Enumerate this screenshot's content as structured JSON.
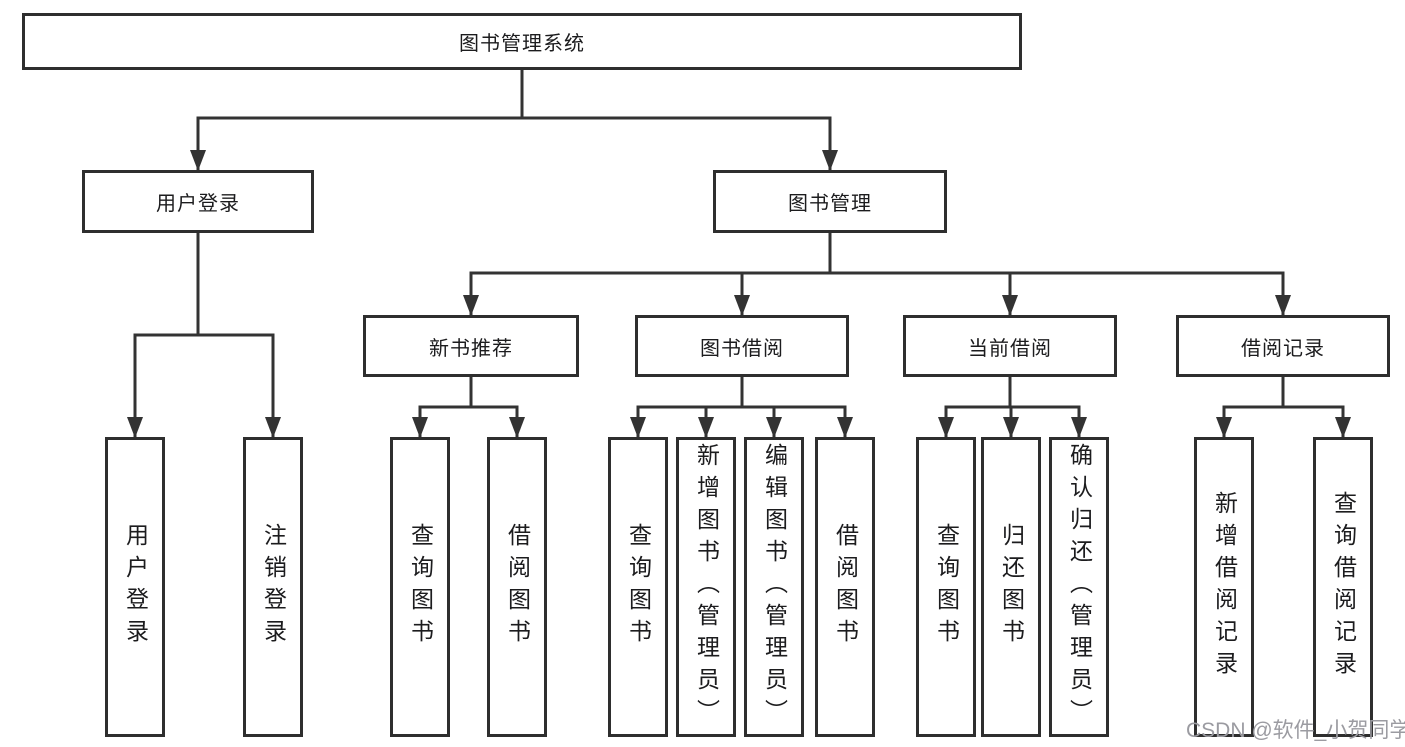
{
  "diagram": {
    "type": "hierarchy-flowchart",
    "title": "图书管理系统",
    "nodes": {
      "root": {
        "label": "图书管理系统"
      },
      "user_login": {
        "label": "用户登录"
      },
      "book_management": {
        "label": "图书管理"
      },
      "new_book_recommend": {
        "label": "新书推荐"
      },
      "book_borrow": {
        "label": "图书借阅"
      },
      "current_borrow": {
        "label": "当前借阅"
      },
      "borrow_record": {
        "label": "借阅记录"
      }
    },
    "leaves": [
      {
        "parent": "用户登录",
        "label": "用户登录"
      },
      {
        "parent": "用户登录",
        "label": "注销登录"
      },
      {
        "parent": "新书推荐",
        "label": "查询图书"
      },
      {
        "parent": "新书推荐",
        "label": "借阅图书"
      },
      {
        "parent": "图书借阅",
        "label": "查询图书"
      },
      {
        "parent": "图书借阅",
        "label": "新增图书（管理员）"
      },
      {
        "parent": "图书借阅",
        "label": "编辑图书（管理员）"
      },
      {
        "parent": "图书借阅",
        "label": "借阅图书"
      },
      {
        "parent": "当前借阅",
        "label": "查询图书"
      },
      {
        "parent": "当前借阅",
        "label": "归还图书"
      },
      {
        "parent": "当前借阅",
        "label": "确认归还（管理员）"
      },
      {
        "parent": "借阅记录",
        "label": "新增借阅记录"
      },
      {
        "parent": "借阅记录",
        "label": "查询借阅记录"
      }
    ],
    "watermark": "CSDN @软件_小贺同学",
    "colors": {
      "line": "#333333",
      "box_border": "#2e2e2e",
      "text": "#1c1c1e",
      "watermark_text": "#9b9ba1",
      "background": "#ffffff"
    }
  }
}
